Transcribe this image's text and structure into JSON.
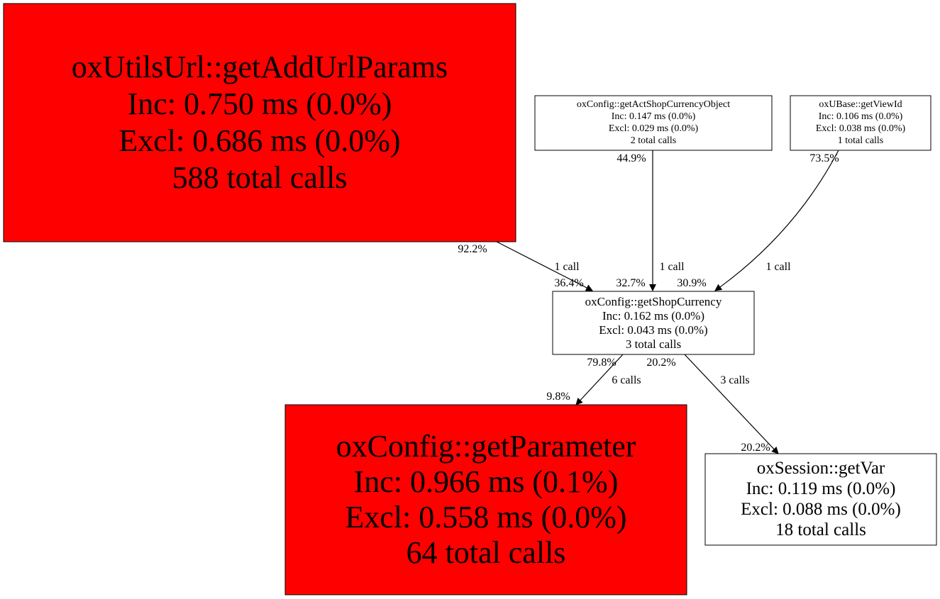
{
  "colors": {
    "hot": "#ff0000",
    "normal": "#ffffff",
    "stroke": "#000000"
  },
  "nodes": {
    "getAddUrlParams": {
      "name": "oxUtilsUrl::getAddUrlParams",
      "inc": "Inc: 0.750 ms (0.0%)",
      "excl": "Excl: 0.686 ms (0.0%)",
      "calls": "588 total calls"
    },
    "getActShopCurrencyObject": {
      "name": "oxConfig::getActShopCurrencyObject",
      "inc": "Inc: 0.147 ms (0.0%)",
      "excl": "Excl: 0.029 ms (0.0%)",
      "calls": "2 total calls"
    },
    "getViewId": {
      "name": "oxUBase::getViewId",
      "inc": "Inc: 0.106 ms (0.0%)",
      "excl": "Excl: 0.038 ms (0.0%)",
      "calls": "1 total calls"
    },
    "getShopCurrency": {
      "name": "oxConfig::getShopCurrency",
      "inc": "Inc: 0.162 ms (0.0%)",
      "excl": "Excl: 0.043 ms (0.0%)",
      "calls": "3 total calls"
    },
    "getParameter": {
      "name": "oxConfig::getParameter",
      "inc": "Inc: 0.966 ms (0.1%)",
      "excl": "Excl: 0.558 ms (0.0%)",
      "calls": "64 total calls"
    },
    "getVar": {
      "name": "oxSession::getVar",
      "inc": "Inc: 0.119 ms (0.0%)",
      "excl": "Excl: 0.088 ms (0.0%)",
      "calls": "18 total calls"
    }
  },
  "edges": {
    "e1": {
      "tail": "92.2%",
      "label": "1 call",
      "head": "36.4%"
    },
    "e2": {
      "tail": "44.9%",
      "label": "1 call",
      "head": "32.7%"
    },
    "e3": {
      "tail": "73.5%",
      "label": "1 call",
      "head": "30.9%"
    },
    "e4": {
      "tail": "79.8%",
      "label": "6 calls",
      "head": "9.8%"
    },
    "e5": {
      "tail": "20.2%",
      "label": "3 calls",
      "head": "20.2%"
    }
  }
}
